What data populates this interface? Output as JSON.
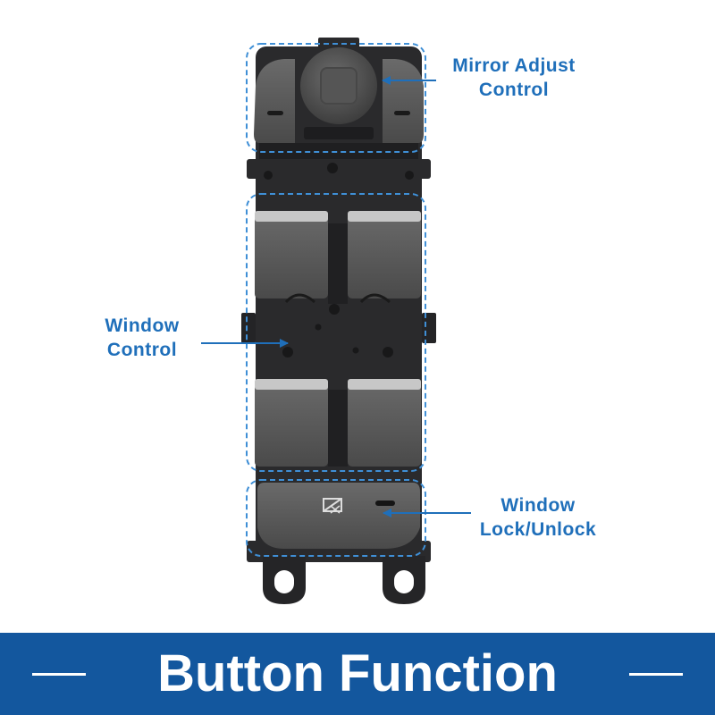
{
  "callouts": {
    "mirror": "Mirror Adjust\nControl",
    "window": "Window\nControl",
    "lock": "Window\nLock/Unlock"
  },
  "banner": {
    "title": "Button Function"
  },
  "colors": {
    "accent": "#1f6fba",
    "highlight": "#3f8fd6",
    "banner": "#13579e",
    "switch_body": "#2c2c2e",
    "switch_button": "#5b5b5b"
  }
}
